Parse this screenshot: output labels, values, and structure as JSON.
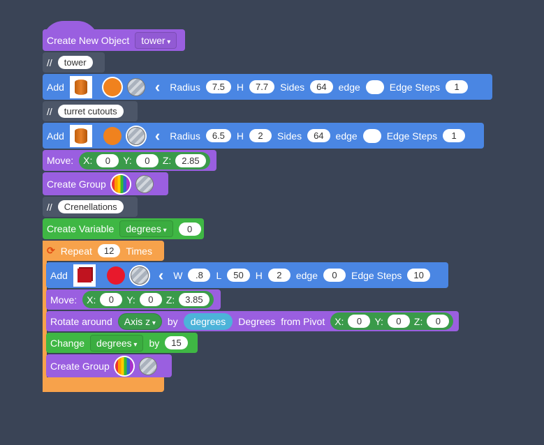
{
  "create_object": {
    "label": "Create New Object",
    "value": "tower"
  },
  "comment1": {
    "prefix": "//",
    "text": "tower"
  },
  "add1": {
    "label": "Add",
    "radius_label": "Radius",
    "radius": "7.5",
    "h_label": "H",
    "h": "7.7",
    "sides_label": "Sides",
    "sides": "64",
    "edge_label": "edge",
    "edge": "",
    "steps_label": "Edge Steps",
    "steps": "1",
    "color": "#f0821e"
  },
  "comment2": {
    "prefix": "//",
    "text": "turret cutouts"
  },
  "add2": {
    "label": "Add",
    "radius_label": "Radius",
    "radius": "6.5",
    "h_label": "H",
    "h": "2",
    "sides_label": "Sides",
    "sides": "64",
    "edge_label": "edge",
    "edge": "",
    "steps_label": "Edge Steps",
    "steps": "1"
  },
  "move1": {
    "label": "Move:",
    "x_label": "X:",
    "x": "0",
    "y_label": "Y:",
    "y": "0",
    "z_label": "Z:",
    "z": "2.85"
  },
  "group1": {
    "label": "Create Group"
  },
  "comment3": {
    "prefix": "//",
    "text": "Crenellations"
  },
  "variable": {
    "label": "Create Variable",
    "name": "degrees",
    "value": "0"
  },
  "repeat": {
    "label": "Repeat",
    "count": "12",
    "suffix": "Times"
  },
  "add3": {
    "label": "Add",
    "w_label": "W",
    "w": ".8",
    "l_label": "L",
    "l": "50",
    "h_label": "H",
    "h": "2",
    "edge_label": "edge",
    "edge": "0",
    "steps_label": "Edge Steps",
    "steps": "10",
    "color": "#e8192c"
  },
  "move2": {
    "label": "Move:",
    "x_label": "X:",
    "x": "0",
    "y_label": "Y:",
    "y": "0",
    "z_label": "Z:",
    "z": "3.85"
  },
  "rotate": {
    "label": "Rotate around",
    "axis": "Axis z",
    "by": "by",
    "var": "degrees",
    "degrees": "Degrees",
    "pivot": "from Pivot",
    "x_label": "X:",
    "x": "0",
    "y_label": "Y:",
    "y": "0",
    "z_label": "Z:",
    "z": "0"
  },
  "change": {
    "label": "Change",
    "var": "degrees",
    "by": "by",
    "value": "15"
  },
  "group2": {
    "label": "Create Group"
  }
}
